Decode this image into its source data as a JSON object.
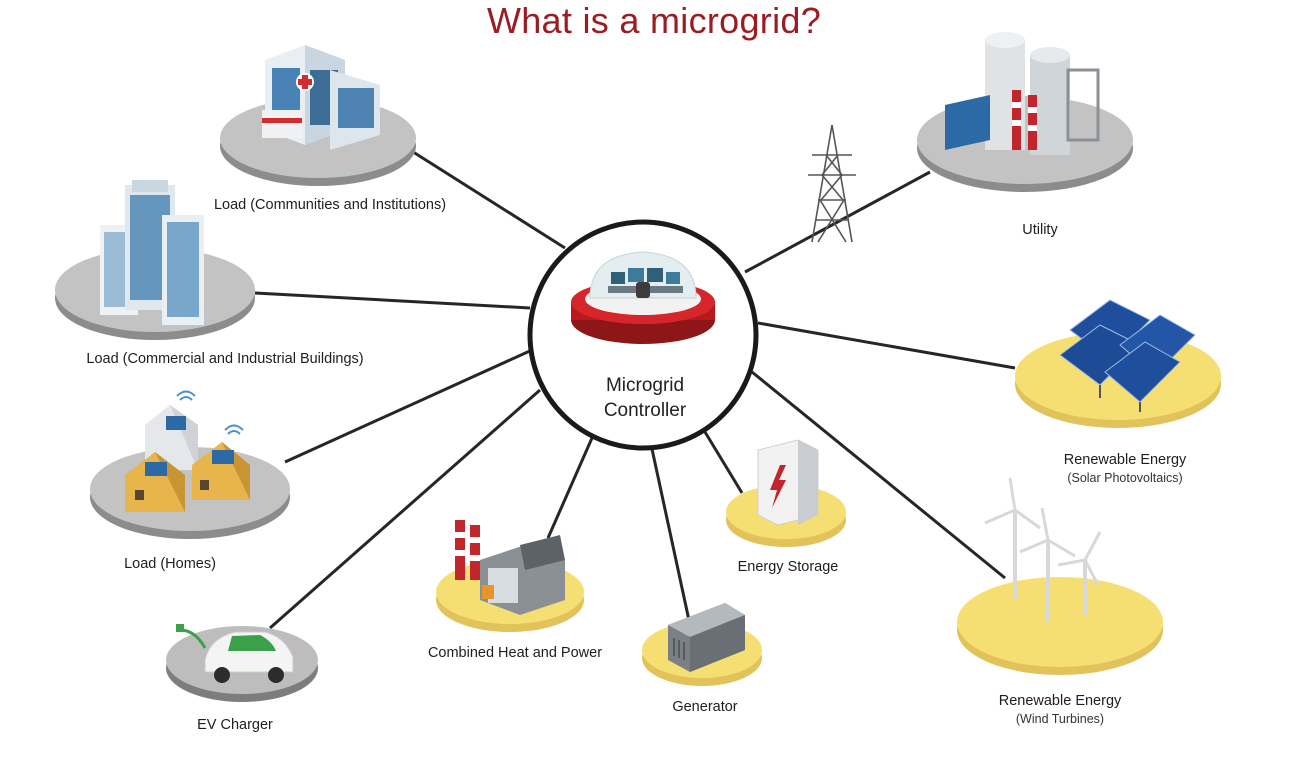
{
  "title": "What is a microgrid?",
  "center": {
    "line1": "Microgrid",
    "line2": "Controller"
  },
  "nodes": {
    "communities": {
      "label": "Load (Communities and Institutions)"
    },
    "commercial": {
      "label": "Load (Commercial and Industrial Buildings)"
    },
    "homes": {
      "label": "Load (Homes)"
    },
    "ev": {
      "label": "EV Charger"
    },
    "chp": {
      "label": "Combined Heat and Power"
    },
    "generator": {
      "label": "Generator"
    },
    "storage": {
      "label": "Energy Storage"
    },
    "utility": {
      "label": "Utility"
    },
    "solar": {
      "label": "Renewable Energy",
      "sub": "(Solar Photovoltaics)"
    },
    "wind": {
      "label": "Renewable Energy",
      "sub": "(Wind Turbines)"
    }
  },
  "colors": {
    "title": "#9b1c22",
    "platform_gray": "#b8b8b8",
    "platform_yellow": "#f6df72",
    "accent_red": "#c0262c",
    "line": "#222222"
  }
}
